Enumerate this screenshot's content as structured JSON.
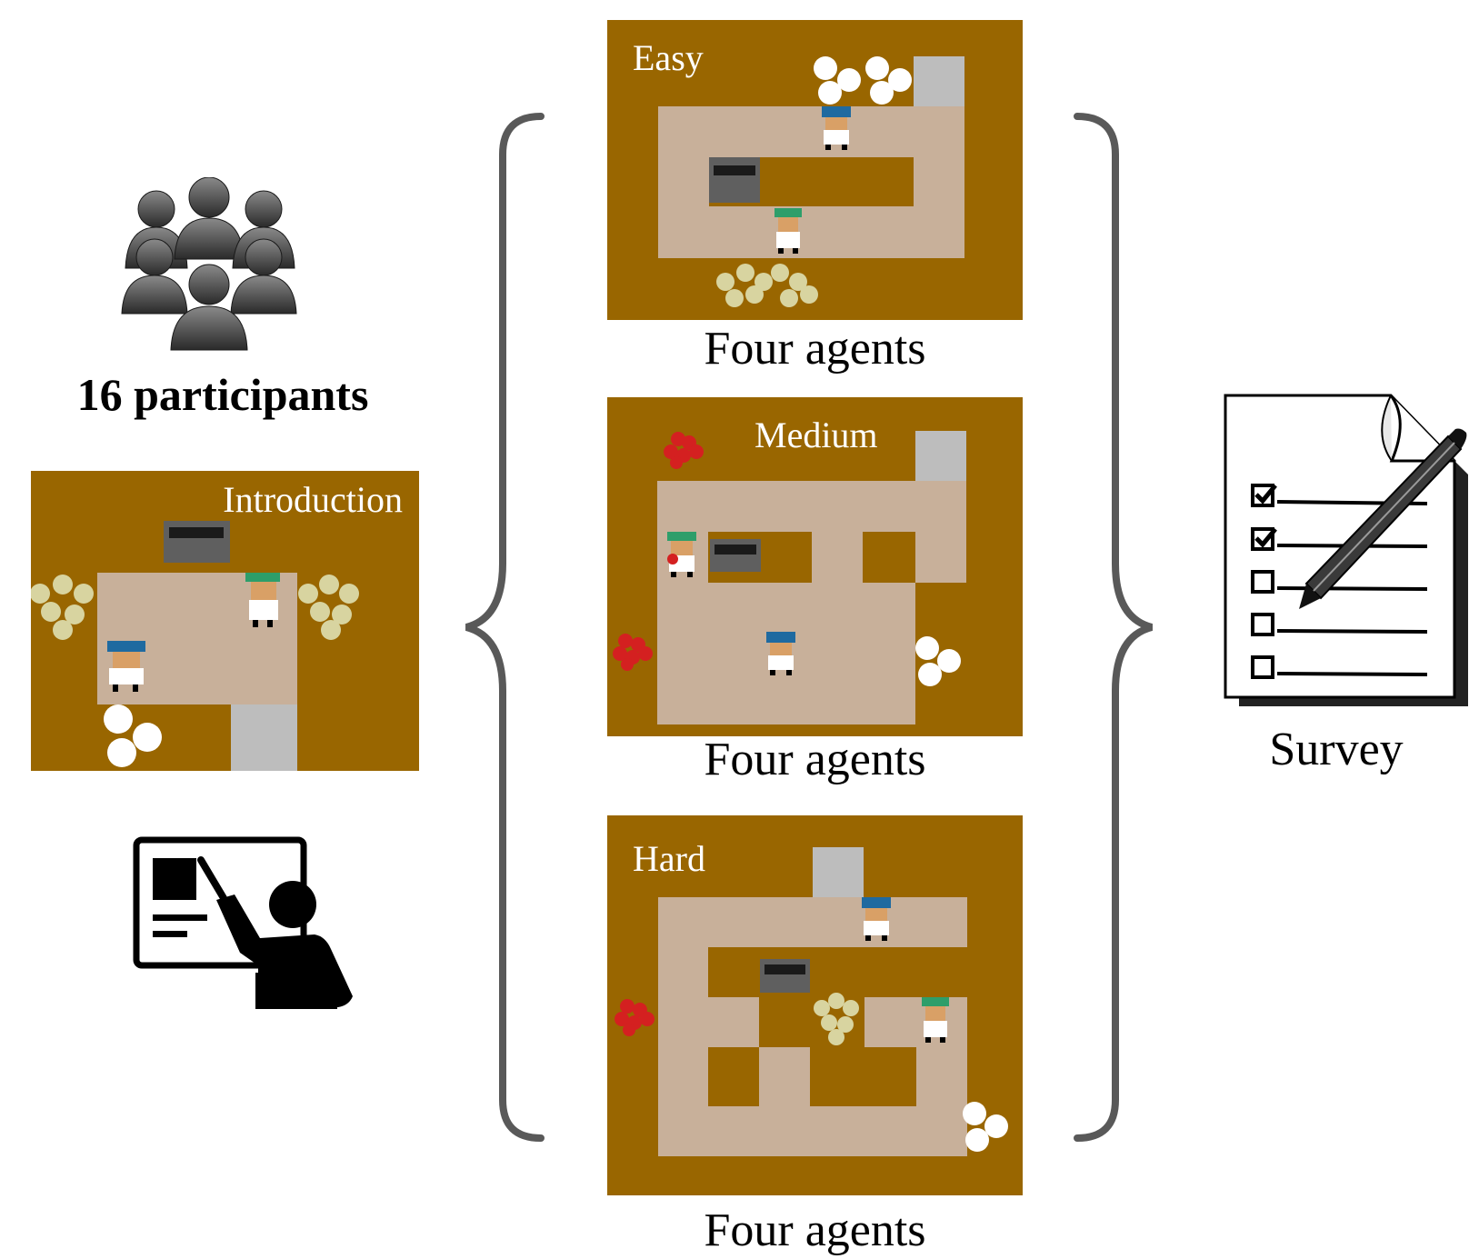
{
  "participants": {
    "label": "16 participants"
  },
  "introduction": {
    "label": "Introduction"
  },
  "levels": [
    {
      "label": "Easy",
      "caption": "Four agents"
    },
    {
      "label": "Medium",
      "caption": "Four agents"
    },
    {
      "label": "Hard",
      "caption": "Four agents"
    }
  ],
  "survey": {
    "label": "Survey"
  },
  "colors": {
    "floor": "#996600",
    "counter": "#c8b09a",
    "serving": "#bdbdbd",
    "stove": "#5f5f5f",
    "chef_blue": "#1f6aa0",
    "chef_green": "#2e9e6a",
    "tomato": "#d42020",
    "onion": "#d8d4a0",
    "plate": "#ffffff",
    "brace": "#595959"
  },
  "icons": [
    "group-icon",
    "presentation-icon",
    "checklist-survey-icon",
    "pencil-icon"
  ]
}
